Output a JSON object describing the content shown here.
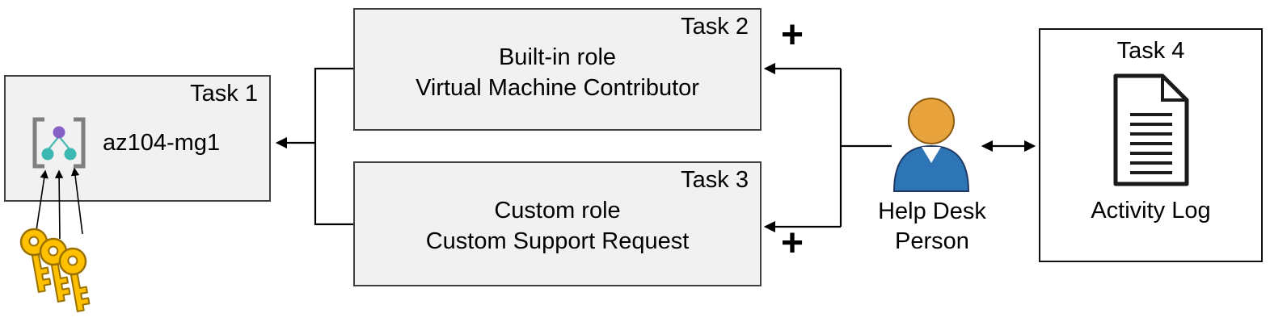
{
  "diagram": {
    "task1": {
      "title": "Task 1",
      "entity": "az104-mg1"
    },
    "task2": {
      "title": "Task 2",
      "line1": "Built-in role",
      "line2": "Virtual Machine Contributor"
    },
    "task3": {
      "title": "Task 3",
      "line1": "Custom role",
      "line2": "Custom Support Request"
    },
    "task4": {
      "title": "Task 4",
      "caption": "Activity Log"
    },
    "person": {
      "line1": "Help Desk",
      "line2": "Person"
    },
    "plus_top": "+",
    "plus_bottom": "+"
  },
  "icons": {
    "task1_icon": "management-group-icon",
    "task1_keys": "key-icon",
    "center_icon": "person-icon",
    "task4_icon": "document-icon"
  },
  "colors": {
    "box_fill": "#f1f1f1",
    "box_border": "#404040",
    "arrow": "#000000",
    "key_gold": "#FFC000",
    "key_outline": "#9a7100",
    "person_head": "#E8A33D",
    "person_body": "#2E75B6",
    "mg_bracket": "#7f7f7f",
    "mg_parent": "#8661C5",
    "mg_child": "#3CB8B2"
  },
  "connections": [
    {
      "from": "role-boxes-bracket",
      "to": "task1-box",
      "type": "arrow"
    },
    {
      "from": "help-desk-person",
      "to": "task2-box",
      "type": "arrow-with-plus"
    },
    {
      "from": "help-desk-person",
      "to": "task3-box",
      "type": "arrow-with-plus"
    },
    {
      "from": "help-desk-person",
      "to": "task4-box",
      "type": "double-arrow"
    },
    {
      "from": "keys",
      "to": "task1-box",
      "type": "arrows"
    }
  ]
}
